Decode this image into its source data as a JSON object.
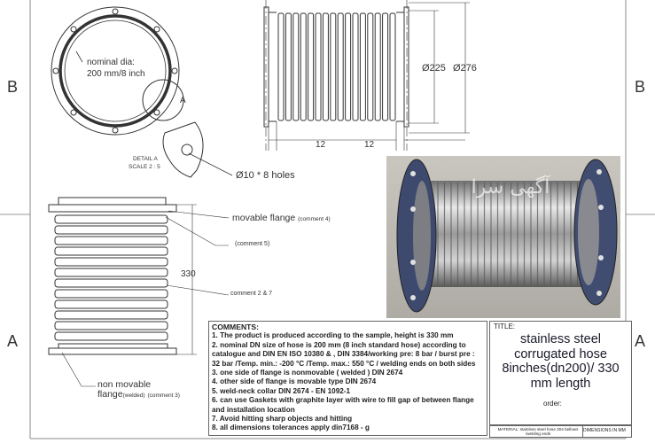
{
  "zones": {
    "top_left": "B",
    "top_right": "B",
    "bottom_left": "A",
    "bottom_right": "A"
  },
  "labels": {
    "nominal_dia": "nominal dia:",
    "nominal_value": "200 mm/8 inch",
    "detail_ref": "A",
    "detail_title": "DETAIL A",
    "detail_scale": "SCALE 2 : 5",
    "holes": "Ø10  * 8 holes",
    "dim_inner": "Ø225",
    "dim_outer": "Ø276",
    "dim_left_12": "12",
    "dim_right_12": "12",
    "height": "330",
    "movable_flange": "movable flange",
    "comment4": "(comment 4)",
    "comment5": "(comment 5)",
    "comment27": "comment 2 & 7",
    "non_movable_1": "non movable",
    "non_movable_2": "flange",
    "welded": "(welded)",
    "comment3": "(comment 3)"
  },
  "photo": {
    "watermark": "آگهی سرا"
  },
  "comments": {
    "title": "COMMENTS:",
    "items": [
      "1. The product is produced according to the sample, height is 330 mm",
      "2. nominal DN size of hose is 200 mm (8 inch standard hose) according to catalogue and DIN EN ISO 10380 & , DIN 3384/working pre: 8 bar / burst pre : 32 bar /Temp. min.: -200 °C /Temp. max.: 550 °C / welding ends on both sides",
      "3. one side of flange is nonmovable ( welded )  DIN 2674",
      "4. other side of flange is movable type DIN 2674",
      "5. weld-neck collar DIN 2674 - EN 1092-1",
      "6. can use Gaskets with graphite layer with wire to fill gap of between flange and installation location",
      "7. Avoid hitting sharp objects and hitting",
      "8. all dimensions tolerances apply din7168 - g"
    ]
  },
  "title_block": {
    "label": "TITLE:",
    "title": "stainless steel corrugated hose 8inches(dn200)/ 330 mm length",
    "order_label": "order:",
    "material": "MATERIAL: stainless steel hose 304 bellows /welding ends",
    "dimensions": "DIMENSIONS IN MM"
  }
}
